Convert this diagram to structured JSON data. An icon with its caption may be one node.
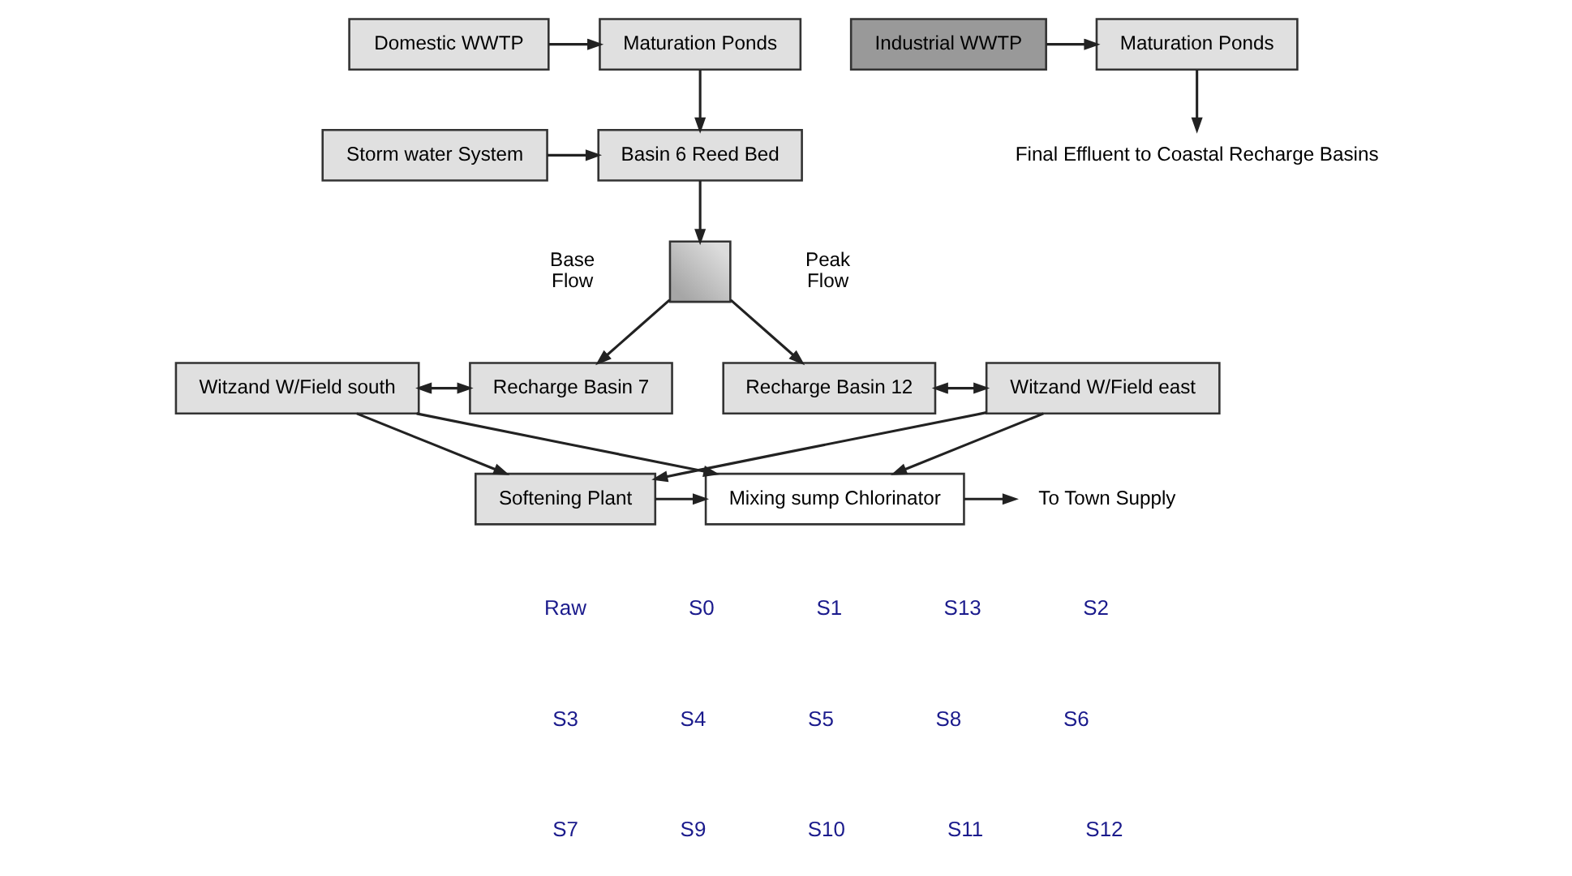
{
  "diagram": {
    "nodes": [
      {
        "text": [
          "Domestic WWTP"
        ]
      },
      {
        "text": [
          "Maturation Ponds"
        ]
      },
      {
        "text": [
          "Storm water System"
        ]
      },
      {
        "text": [
          "Basin 6 Reed Bed"
        ]
      },
      {
        "text": [
          "Industrial WWTP"
        ]
      },
      {
        "text": [
          "Maturation Ponds"
        ]
      },
      {
        "text": [
          "Final Effluent to Coastal Recharge Basins"
        ]
      },
      {
        "text": [],
        "shape": "box",
        "beside": [
          "Base Flow",
          "Peak Flow"
        ]
      },
      {
        "text": [
          "Witzand W/Field south"
        ]
      },
      {
        "text": [
          "Recharge Basin 7"
        ]
      },
      {
        "text": [
          "Recharge Basin 12"
        ]
      },
      {
        "text": [
          "Witzand W/Field east"
        ]
      },
      {
        "text": [
          "Softening Plant"
        ]
      },
      {
        "text": [
          "Mixing sump Chlorinator"
        ]
      },
      {
        "text": [
          "To Town Supply"
        ]
      }
    ],
    "edges": [
      {
        "from": 0,
        "to": 1,
        "arrow": "to"
      },
      {
        "from": 1,
        "to": 3,
        "arrow": "to"
      },
      {
        "from": 2,
        "to": 3,
        "arrow": "to"
      },
      {
        "from": 4,
        "to": 5,
        "arrow": "to"
      },
      {
        "from": 5,
        "to": 6,
        "arrow": "to"
      },
      {
        "from": 3,
        "to": 7,
        "arrow": "to"
      },
      {
        "from": 7,
        "to": 9,
        "arrow": "to"
      },
      {
        "from": 7,
        "to": 10,
        "arrow": "to"
      },
      {
        "from": 8,
        "to": 9,
        "arrow": "both"
      },
      {
        "from": 10,
        "to": 11,
        "arrow": "both"
      },
      {
        "from": 8,
        "to": 12,
        "arrow": "to"
      },
      {
        "from": 11,
        "to": 12,
        "arrow": "to"
      },
      {
        "from": 8,
        "to": 13,
        "arrow": "to"
      },
      {
        "from": 11,
        "to": 13,
        "arrow": "to"
      },
      {
        "from": 12,
        "to": 13,
        "arrow": "to"
      },
      {
        "from": 13,
        "to": 14,
        "arrow": "to"
      }
    ],
    "labels": [
      "Raw",
      "S0",
      "S1",
      "S13",
      "S2",
      "S3",
      "S4",
      "S5",
      "S8",
      "S6",
      "S7",
      "S9",
      "S10",
      "S11",
      "S12"
    ]
  }
}
